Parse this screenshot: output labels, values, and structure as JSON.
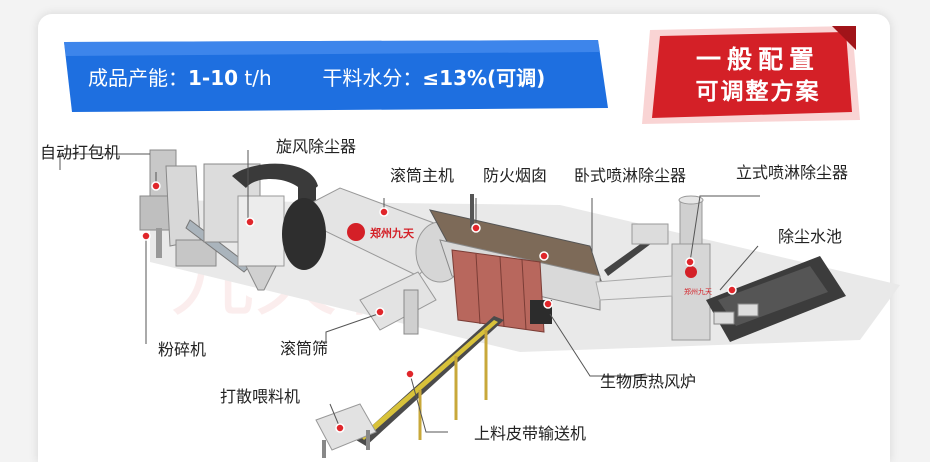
{
  "banner": {
    "capacity_label": "成品产能：",
    "capacity_value": "1-10",
    "capacity_unit": " t/h",
    "moisture_label": "干料水分：",
    "moisture_value": "≤13%(可调)"
  },
  "badge": {
    "line1": "一般配置",
    "line2": "可调整方案",
    "brand_color": "#d42027"
  },
  "labels": {
    "auto_packer": "自动打包机",
    "cyclone": "旋风除尘器",
    "drum_main": "滚筒主机",
    "fire_chimney": "防火烟囱",
    "horizontal_spray": "卧式喷淋除尘器",
    "vertical_spray": "立式喷淋除尘器",
    "dust_pool": "除尘水池",
    "crusher": "粉碎机",
    "drum_screen": "滚筒筛",
    "bio_furnace": "生物质热风炉",
    "scatter_feeder": "打散喂料机",
    "belt_conveyor": "上料皮带输送机"
  },
  "drum_logo": "郑州九天",
  "tower_logo": "郑州九天",
  "watermark": "九天机械",
  "colors": {
    "blue": "#1e6fe0",
    "red": "#d42027",
    "dot": "#e0262b"
  }
}
